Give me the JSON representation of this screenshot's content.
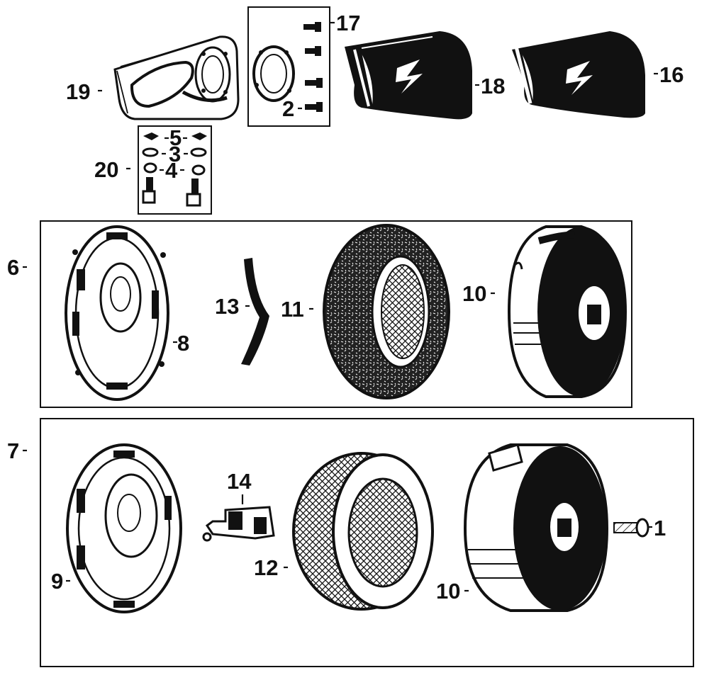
{
  "diagram": {
    "callouts": {
      "c1": "1",
      "c2": "2",
      "c3": "3",
      "c4": "4",
      "c5": "5",
      "c6": "6",
      "c7": "7",
      "c8": "8",
      "c9": "9",
      "c10_top": "10",
      "c10_bottom": "10",
      "c11": "11",
      "c12": "12",
      "c13": "13",
      "c14": "14",
      "c16": "16",
      "c17": "17",
      "c18": "18",
      "c19": "19",
      "c20": "20"
    },
    "palette": {
      "ink": "#111111",
      "paper": "#ffffff"
    },
    "groups": [
      "group-6-box",
      "group-7-box",
      "group-17-box",
      "group-20-box"
    ]
  }
}
